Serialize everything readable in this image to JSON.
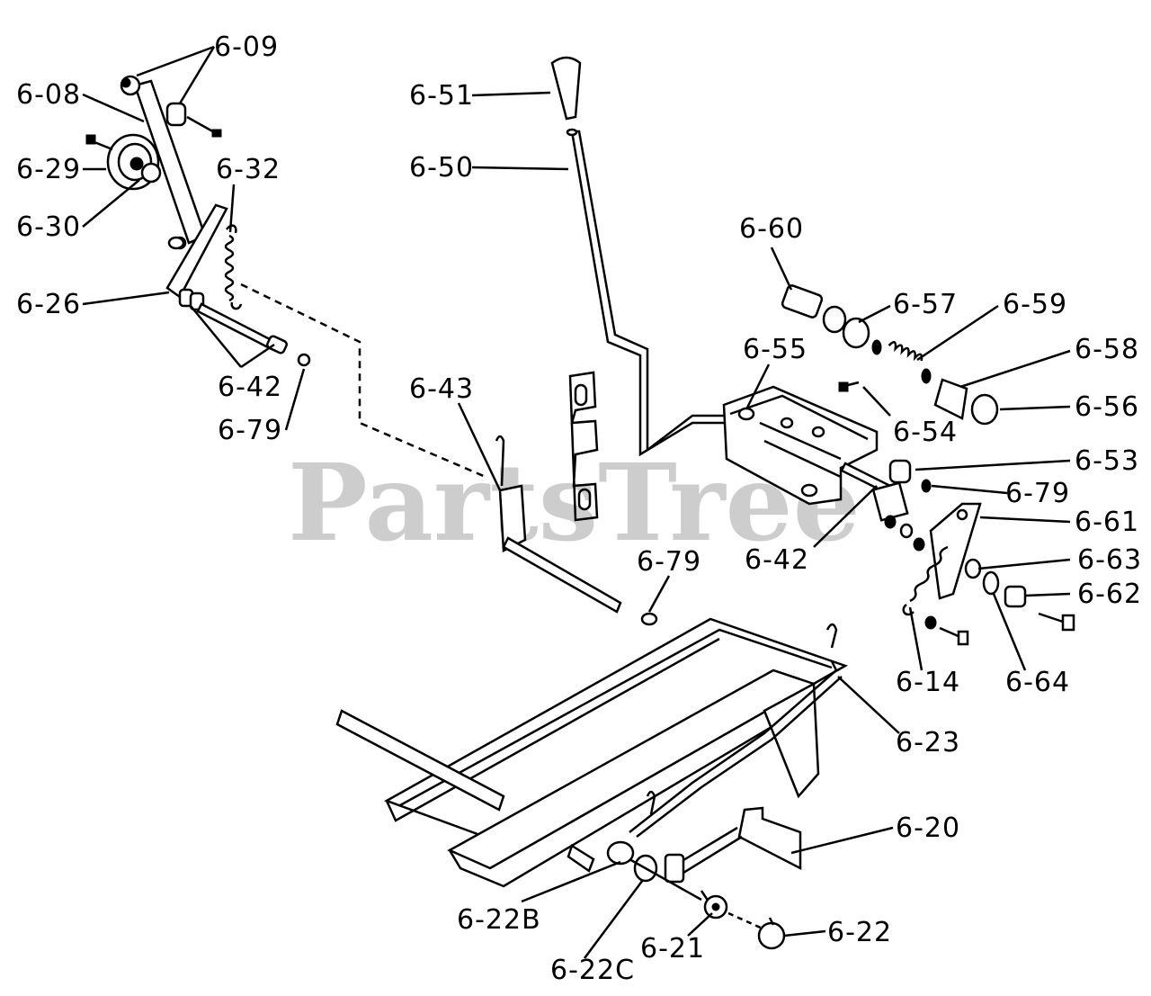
{
  "watermark": "PartsTree",
  "labels": {
    "p609": "6-09",
    "p608": "6-08",
    "p629": "6-29",
    "p630": "6-30",
    "p632": "6-32",
    "p626": "6-26",
    "p642a": "6-42",
    "p679a": "6-79",
    "p651": "6-51",
    "p650": "6-50",
    "p643": "6-43",
    "p679b": "6-79",
    "p660": "6-60",
    "p657": "6-57",
    "p659": "6-59",
    "p655": "6-55",
    "p658": "6-58",
    "p656": "6-56",
    "p654": "6-54",
    "p653": "6-53",
    "p679c": "6-79",
    "p661": "6-61",
    "p642b": "6-42",
    "p663": "6-63",
    "p662": "6-62",
    "p614": "6-14",
    "p664": "6-64",
    "p623": "6-23",
    "p620": "6-20",
    "p622b": "6-22B",
    "p622c": "6-22C",
    "p621": "6-21",
    "p622": "6-22"
  }
}
